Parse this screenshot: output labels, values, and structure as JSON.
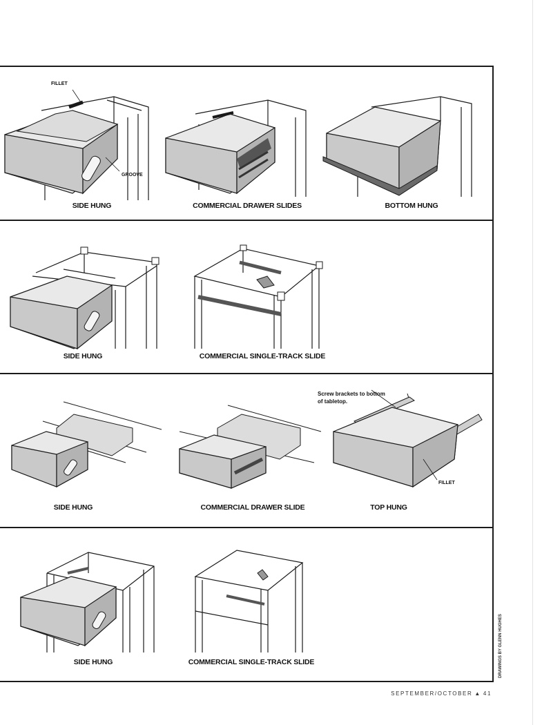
{
  "rows": [
    {
      "captions": [
        "SIDE HUNG",
        "COMMERCIAL DRAWER SLIDES",
        "BOTTOM HUNG"
      ],
      "callouts": {
        "fillet": "FILLET",
        "groove": "GROOVE"
      }
    },
    {
      "captions": [
        "SIDE HUNG",
        "COMMERCIAL SINGLE-TRACK SLIDE"
      ]
    },
    {
      "captions": [
        "SIDE HUNG",
        "COMMERCIAL DRAWER SLIDE",
        "TOP HUNG"
      ],
      "callouts": {
        "screw_brackets": "Screw brackets to bottom\nof tabletop.",
        "fillet": "FILLET"
      }
    },
    {
      "captions": [
        "SIDE HUNG",
        "COMMERCIAL SINGLE-TRACK SLIDE"
      ]
    }
  ],
  "credit": "DRAWINGS BY GLENN HUGHES",
  "folio": {
    "issue": "SEPTEMBER/OCTOBER",
    "marker": "▲",
    "page": "41"
  },
  "colors": {
    "ink": "#1a1a1a",
    "wood_face": "#cfcfcf",
    "wood_inner": "#e9e9e9",
    "wood_dark": "#9a9a9a"
  }
}
